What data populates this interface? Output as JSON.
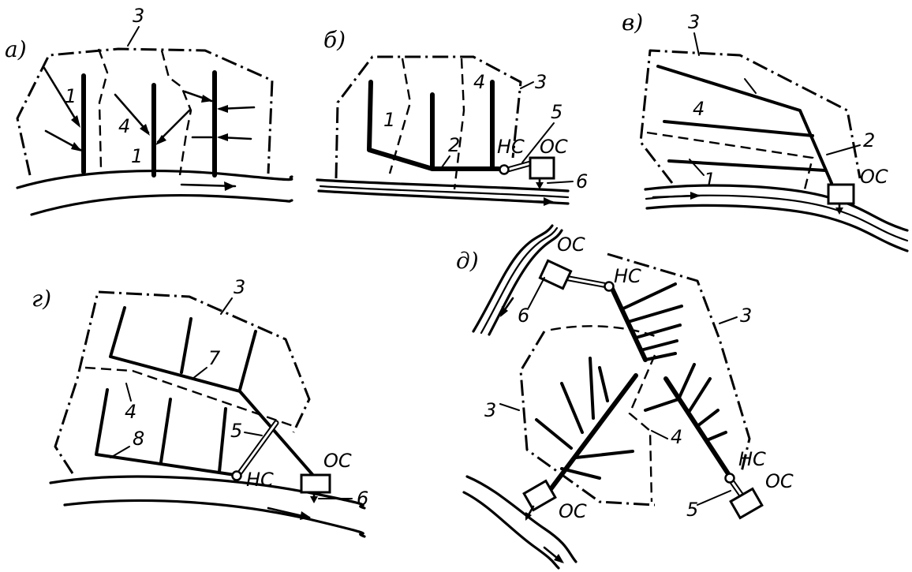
{
  "panels": {
    "a": {
      "letter": "а)",
      "labels": {
        "n1_top": "1",
        "n1_bottom": "1",
        "n3": "3",
        "n4": "4"
      }
    },
    "b": {
      "letter": "б)",
      "labels": {
        "n1": "1",
        "n2": "2",
        "n3": "3",
        "n4": "4",
        "n5": "5",
        "n6": "6",
        "pump": "НС",
        "treat": "ОС"
      }
    },
    "v": {
      "letter": "в)",
      "labels": {
        "n1": "1",
        "n2": "2",
        "n3": "3",
        "n4": "4",
        "treat": "ОС"
      }
    },
    "g": {
      "letter": "г)",
      "labels": {
        "n3": "3",
        "n4": "4",
        "n5": "5",
        "n6": "6",
        "n7": "7",
        "n8": "8",
        "pump": "НС",
        "treat": "ОС"
      }
    },
    "d": {
      "letter": "д)",
      "labels": {
        "n3_right": "3",
        "n3_left": "3",
        "n4": "4",
        "n5": "5",
        "n6": "6",
        "pump_top": "НС",
        "pump_right": "НС",
        "treat_top": "ОС",
        "treat_bottom": "ОС",
        "treat_right": "ОС"
      }
    }
  }
}
